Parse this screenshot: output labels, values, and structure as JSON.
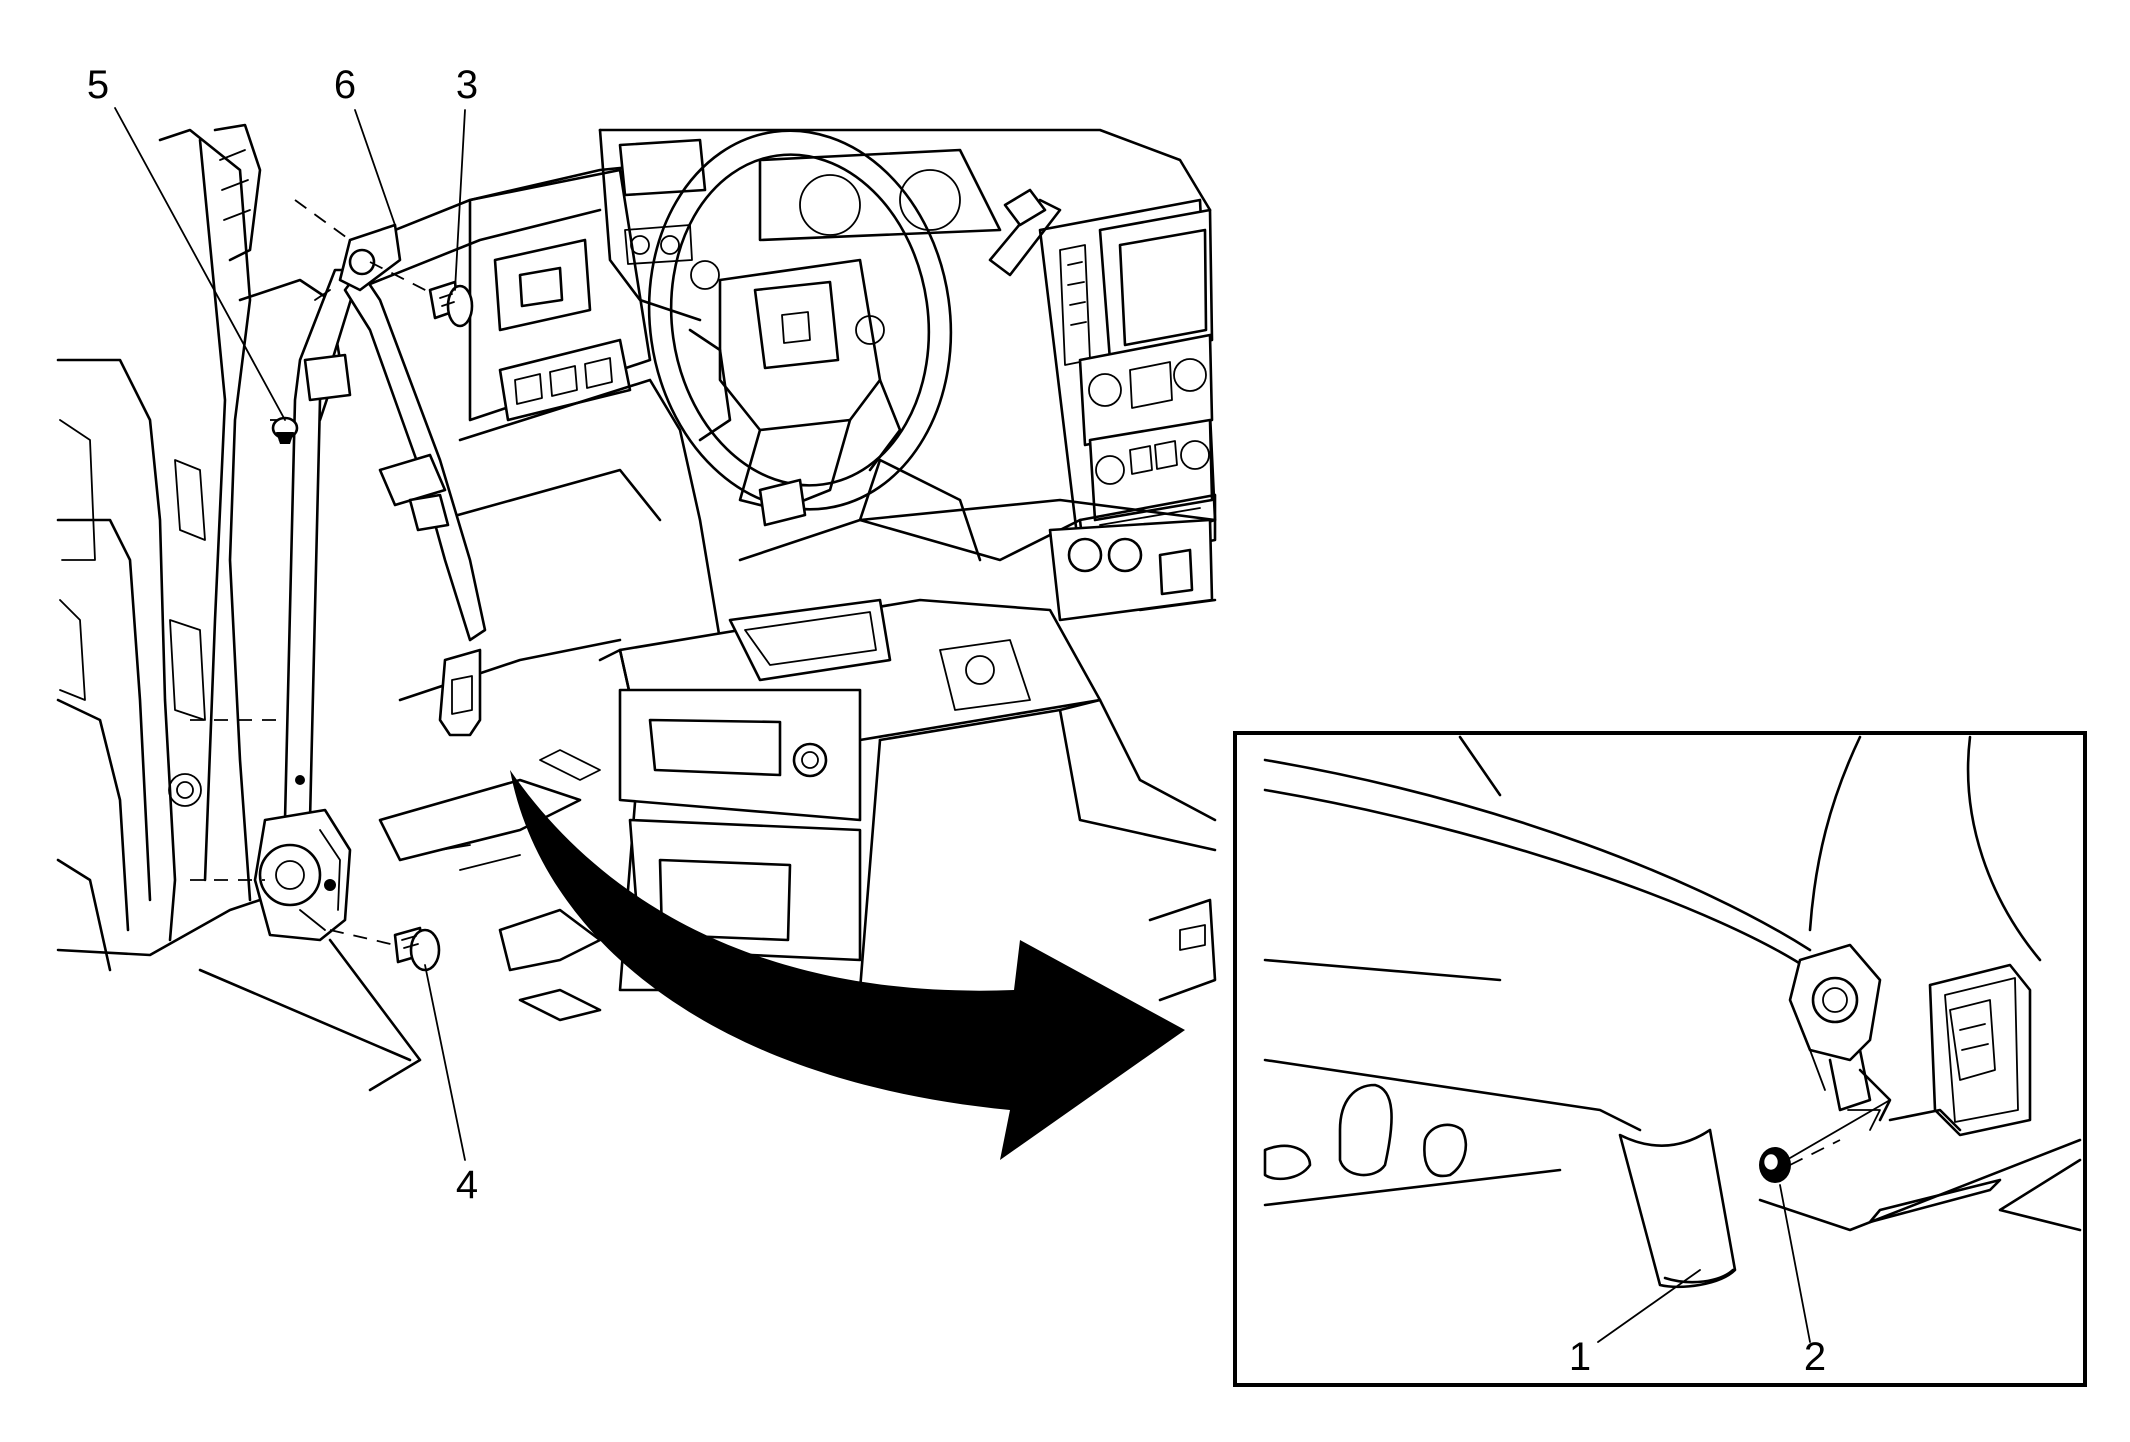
{
  "figure": {
    "callouts": [
      "1",
      "2",
      "3",
      "4",
      "5",
      "6"
    ]
  },
  "colors": {
    "line": "#000000",
    "background": "#ffffff"
  },
  "icons": [
    "curved-arrow-icon"
  ]
}
